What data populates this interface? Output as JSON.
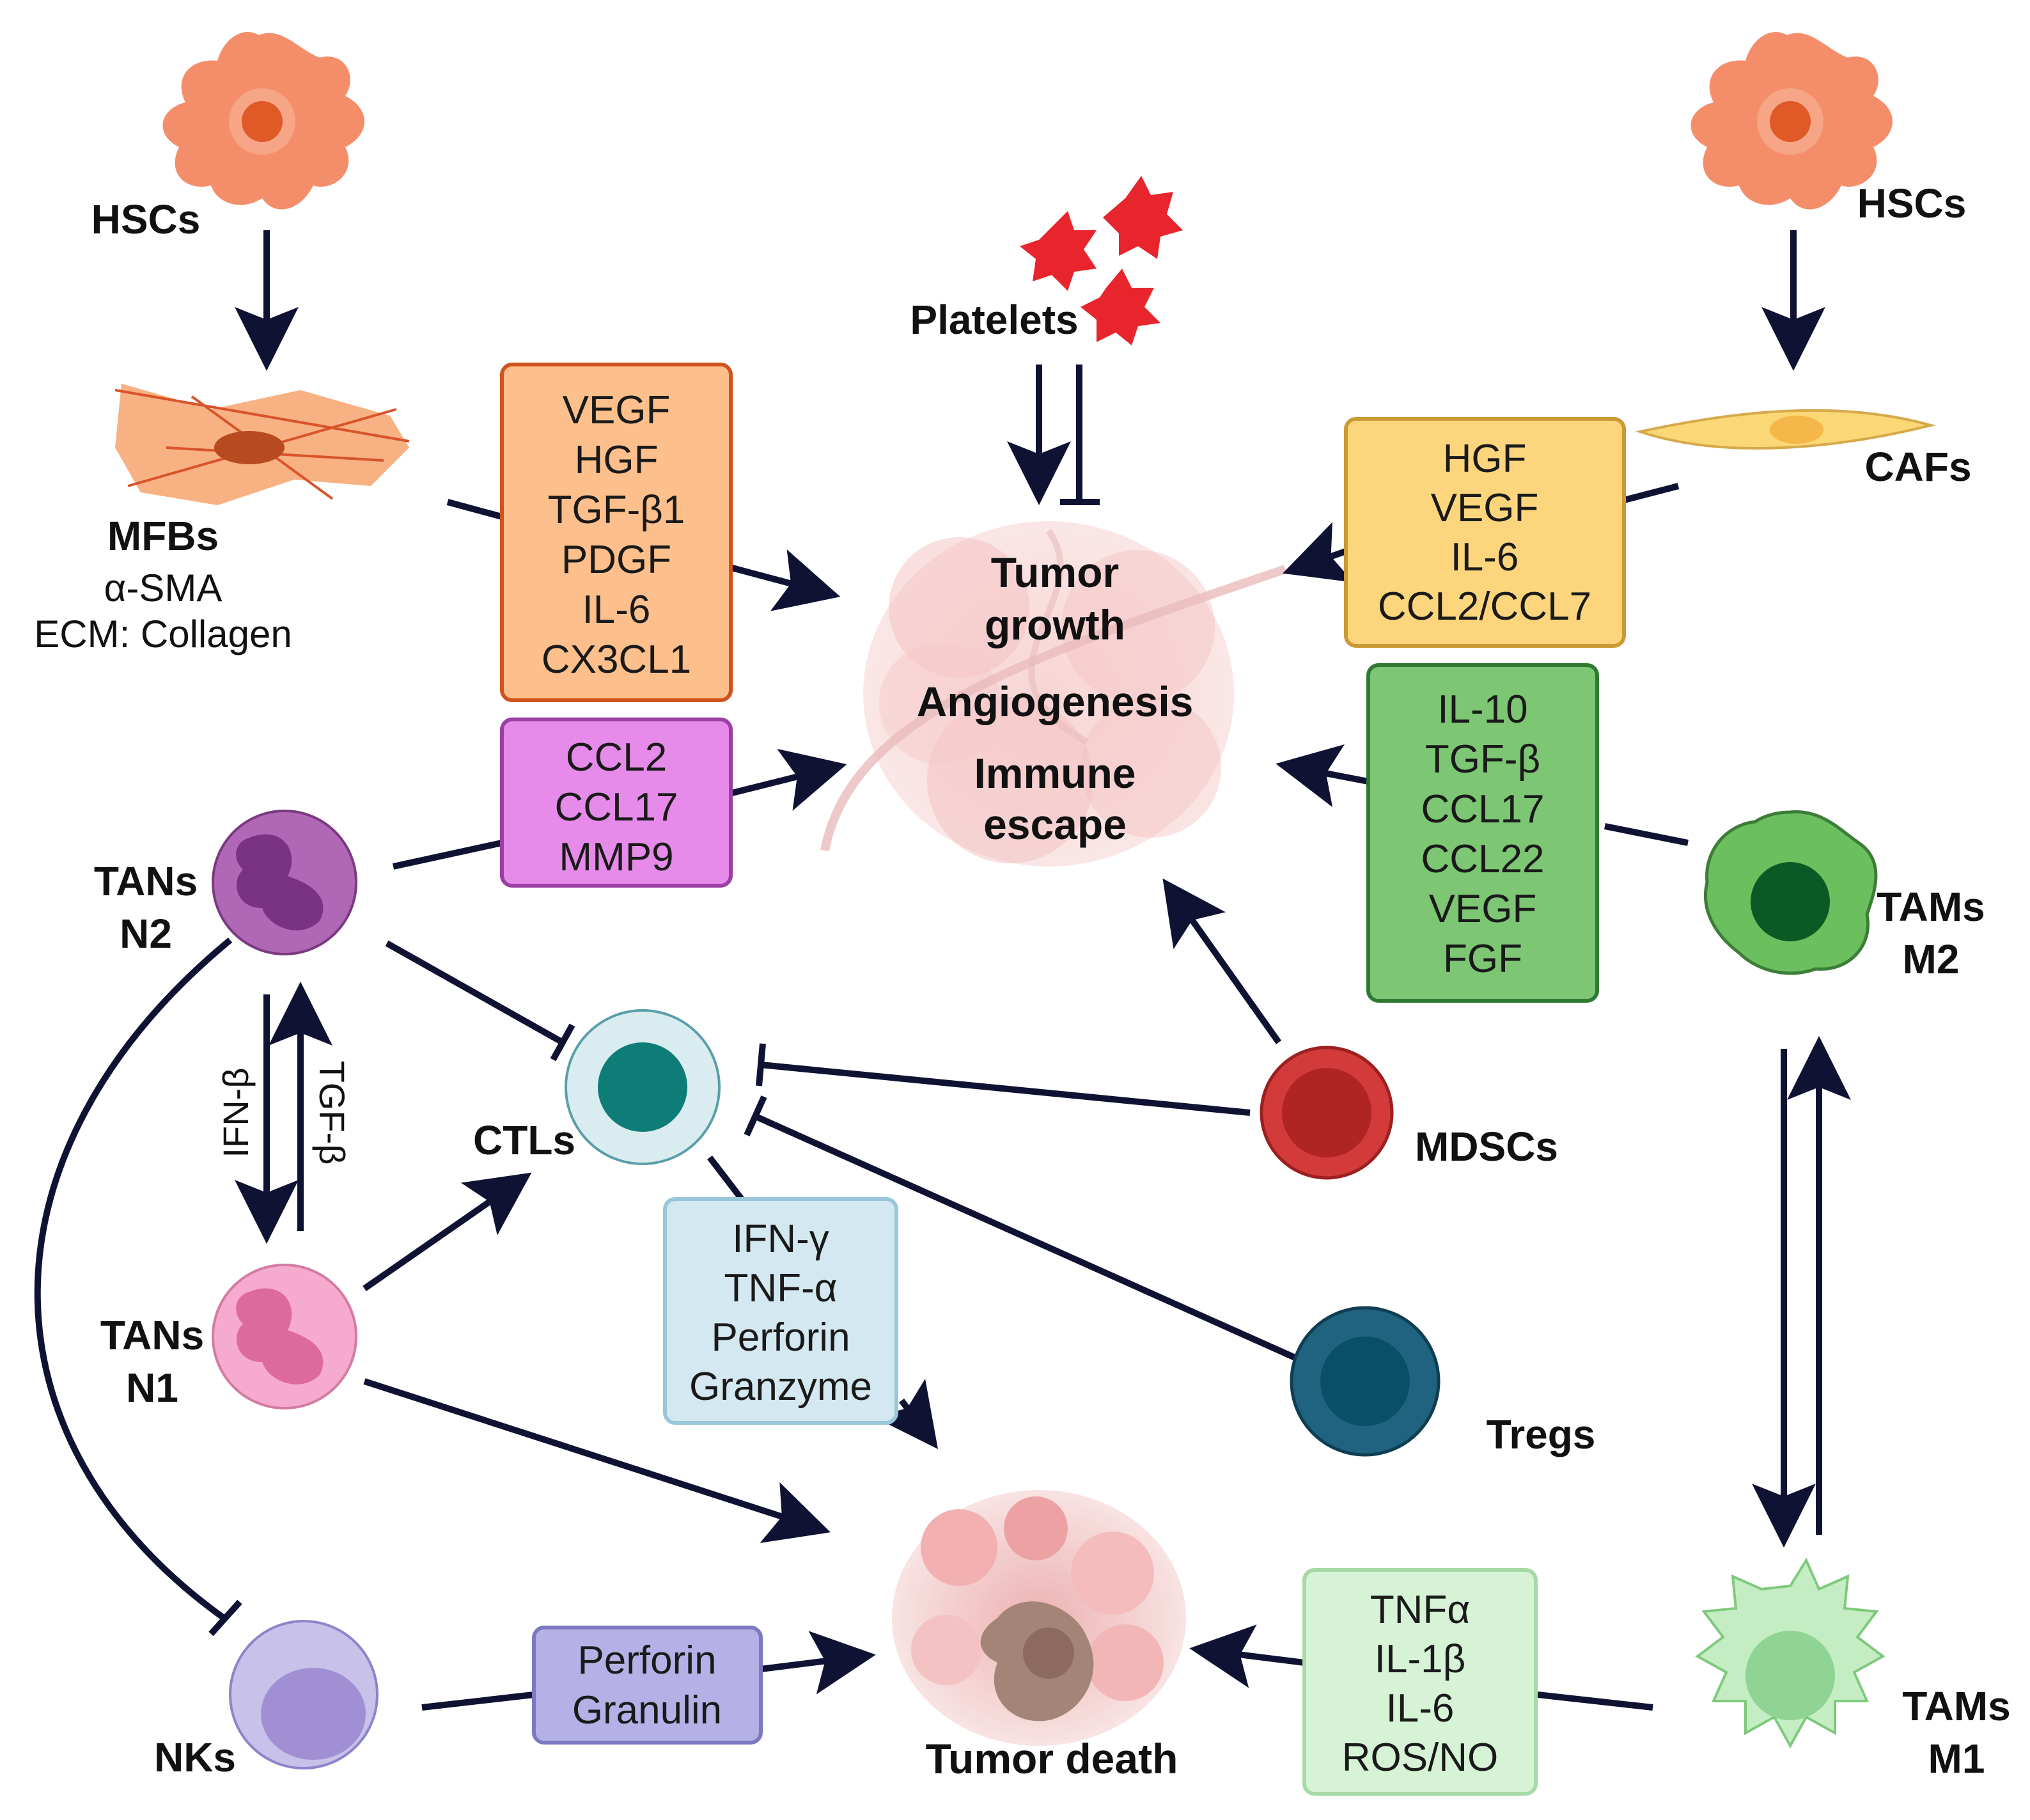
{
  "colors": {
    "arrow": "#101233",
    "orange_box_fill": "#fdbf8b",
    "orange_box_stroke": "#d0521d",
    "pink_box_fill": "#e78bea",
    "pink_box_stroke": "#9c3ea3",
    "yellow_box_fill": "#fdd57d",
    "yellow_box_stroke": "#cc9a33",
    "green_box_fill": "#7cc674",
    "green_box_stroke": "#2f7a33",
    "blue_box_fill": "#d3e8f0",
    "blue_box_stroke": "#99c6da",
    "lightgreen_box_fill": "#d7f3d6",
    "lightgreen_box_stroke": "#a7d9a6",
    "purple_box_fill": "#b5b1e6",
    "purple_box_stroke": "#7d78c2"
  },
  "cells": {
    "hsc_left": "HSCs",
    "hsc_right": "HSCs",
    "mfbs": "MFBs",
    "mfbs_marker": "α-SMA",
    "mfbs_ecm": "ECM: Collagen",
    "platelets": "Platelets",
    "cafs": "CAFs",
    "tans_n2": [
      "TANs",
      "N2"
    ],
    "tans_n1": [
      "TANs",
      "N1"
    ],
    "ctls": "CTLs",
    "mdscs": "MDSCs",
    "tregs": "Tregs",
    "tams_m2": [
      "TAMs",
      "M2"
    ],
    "tams_m1": [
      "TAMs",
      "M1"
    ],
    "nks": "NKs"
  },
  "tumor": {
    "outcomes": [
      "Tumor",
      "growth",
      "Angiogenesis",
      "Immune",
      "escape"
    ],
    "death": "Tumor death"
  },
  "boxes": {
    "mfb_factors": [
      "VEGF",
      "HGF",
      "TGF-β1",
      "PDGF",
      "IL-6",
      "CX3CL1"
    ],
    "tan_n2_factors": [
      "CCL2",
      "CCL17",
      "MMP9"
    ],
    "caf_factors": [
      "HGF",
      "VEGF",
      "IL-6",
      "CCL2/CCL7"
    ],
    "m2_factors": [
      "IL-10",
      "TGF-β",
      "CCL17",
      "CCL22",
      "VEGF",
      "FGF"
    ],
    "ctl_factors": [
      "IFN-γ",
      "TNF-α",
      "Perforin",
      "Granzyme"
    ],
    "m1_factors": [
      "TNFα",
      "IL-1β",
      "IL-6",
      "ROS/NO"
    ],
    "nk_factors": [
      "Perforin",
      "Granulin"
    ]
  },
  "conversions": {
    "n2_to_n1": "IFN-β",
    "n1_to_n2": "TGF-β"
  }
}
